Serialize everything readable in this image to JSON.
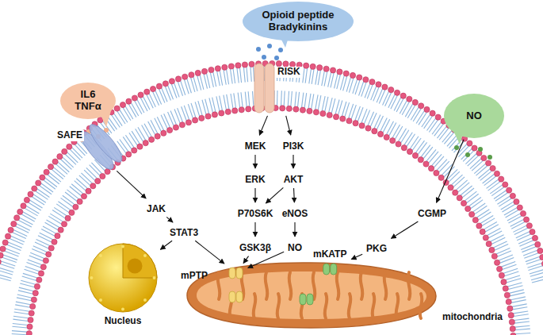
{
  "diagram": {
    "nodes": [
      {
        "text": [
          "IL6 TNFα"
        ]
      },
      {
        "text": [
          "Opioid peptide Bradykinins"
        ]
      },
      {
        "text": [
          "NO"
        ]
      },
      {
        "text": [
          "SAFE"
        ]
      },
      {
        "text": [
          "RISK"
        ]
      },
      {
        "text": [
          "JAK"
        ]
      },
      {
        "text": [
          "STAT3"
        ]
      },
      {
        "text": [
          "MEK"
        ]
      },
      {
        "text": [
          "PI3K"
        ]
      },
      {
        "text": [
          "ERK"
        ]
      },
      {
        "text": [
          "AKT"
        ]
      },
      {
        "text": [
          "P70S6K"
        ]
      },
      {
        "text": [
          "eNOS"
        ]
      },
      {
        "text": [
          "GSK3β"
        ]
      },
      {
        "text": [
          "NO"
        ]
      },
      {
        "text": [
          "CGMP"
        ]
      },
      {
        "text": [
          "PKG"
        ]
      },
      {
        "text": [
          "mPTP"
        ]
      },
      {
        "text": [
          "mKATP"
        ]
      },
      {
        "text": [
          "Nucleus"
        ]
      }
    ],
    "edges": [
      {
        "from": 3,
        "to": 5,
        "arrow": "to"
      },
      {
        "from": 5,
        "to": 6,
        "arrow": "to"
      },
      {
        "from": 6,
        "to": 19,
        "arrow": "to"
      },
      {
        "from": 6,
        "to": 17,
        "arrow": "to"
      },
      {
        "from": 4,
        "to": 7,
        "arrow": "to"
      },
      {
        "from": 4,
        "to": 8,
        "arrow": "to"
      },
      {
        "from": 7,
        "to": 9,
        "arrow": "to"
      },
      {
        "from": 9,
        "to": 11,
        "arrow": "to"
      },
      {
        "from": 8,
        "to": 10,
        "arrow": "to"
      },
      {
        "from": 10,
        "to": 11,
        "arrow": "to"
      },
      {
        "from": 10,
        "to": 12,
        "arrow": "to"
      },
      {
        "from": 11,
        "to": 13,
        "arrow": "to"
      },
      {
        "from": 12,
        "to": 14,
        "arrow": "to"
      },
      {
        "from": 13,
        "to": 17,
        "arrow": "to"
      },
      {
        "from": 14,
        "to": 17,
        "arrow": "to"
      },
      {
        "from": 2,
        "to": 15,
        "arrow": "to"
      },
      {
        "from": 15,
        "to": 16,
        "arrow": "to"
      },
      {
        "from": 16,
        "to": 18,
        "arrow": "to"
      }
    ],
    "labels": [
      "mitochondria"
    ]
  }
}
